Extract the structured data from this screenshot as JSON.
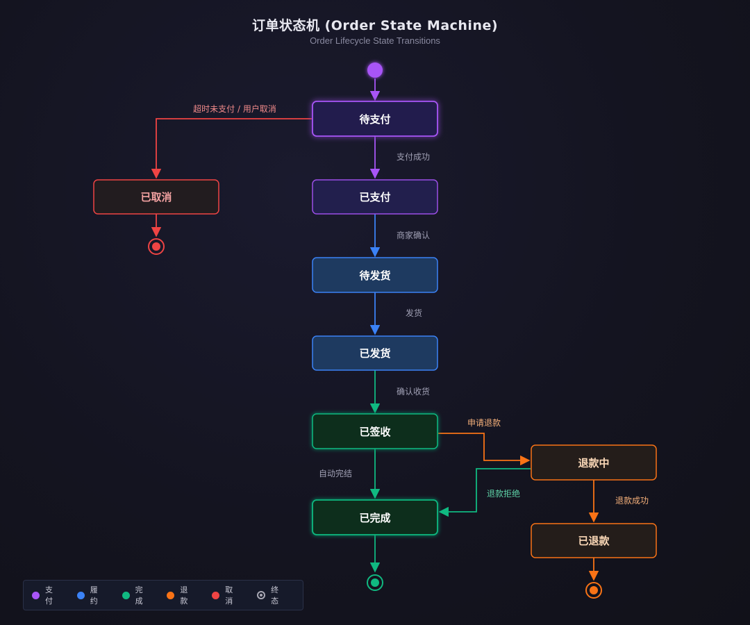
{
  "header": {
    "title": "订单状态机 (Order State Machine)",
    "subtitle": "Order Lifecycle State Transitions"
  },
  "colors": {
    "payment": "#a855f7",
    "fulfillment": "#3b82f6",
    "complete": "#10b981",
    "refund": "#f97316",
    "cancel": "#ef4444",
    "terminal": "#a8a8b4"
  },
  "states": {
    "pending_payment": "待支付",
    "paid": "已支付",
    "to_ship": "待发货",
    "shipped": "已发货",
    "received": "已签收",
    "completed": "已完成",
    "cancelled": "已取消",
    "refunding": "退款中",
    "refunded": "已退款"
  },
  "transitions": {
    "timeout_or_cancel": "超时未支付 / 用户取消",
    "pay_success": "支付成功",
    "merchant_confirm": "商家确认",
    "ship": "发货",
    "confirm_receipt": "确认收货",
    "auto_complete": "自动完结",
    "apply_refund": "申请退款",
    "refund_rejected": "退款拒绝",
    "refund_success": "退款成功"
  },
  "legend": {
    "payment": "支付",
    "fulfillment": "履约",
    "complete": "完成",
    "refund": "退款",
    "cancel": "取消",
    "terminal": "终态"
  }
}
